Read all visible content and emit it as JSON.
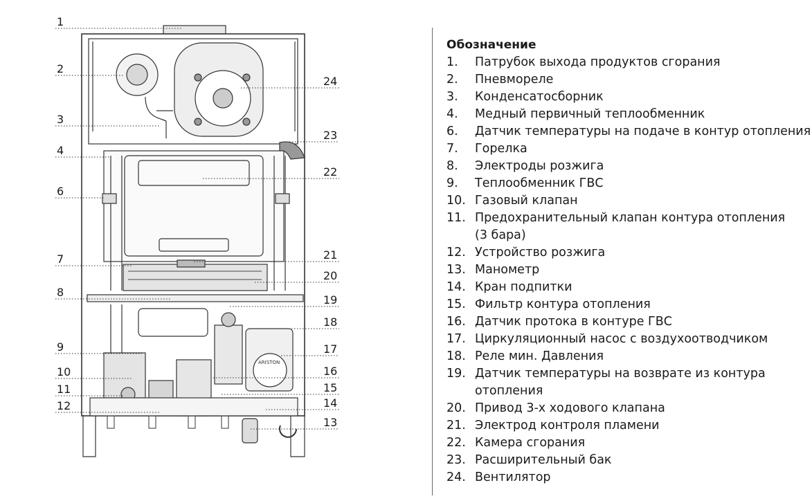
{
  "callouts": [
    "1",
    "2",
    "3",
    "4",
    "6",
    "7",
    "8",
    "9",
    "10",
    "11",
    "12",
    "24",
    "23",
    "22",
    "21",
    "20",
    "19",
    "18",
    "17",
    "16",
    "15",
    "14",
    "13"
  ],
  "brand_label": "ARISTON",
  "legend": {
    "title": "Обозначение",
    "items": [
      {
        "num": "1.",
        "text": "Патрубок выхода продуктов сгорания",
        "cont": ""
      },
      {
        "num": "2.",
        "text": "Пневмореле",
        "cont": ""
      },
      {
        "num": "3.",
        "text": "Конденсатосборник",
        "cont": ""
      },
      {
        "num": "4.",
        "text": "Медный первичный теплообменник",
        "cont": ""
      },
      {
        "num": "6.",
        "text": "Датчик температуры на подаче в контур отопления",
        "cont": ""
      },
      {
        "num": "7.",
        "text": "Горелка",
        "cont": ""
      },
      {
        "num": "8.",
        "text": "Электроды розжига",
        "cont": ""
      },
      {
        "num": "9.",
        "text": "Теплообменник ГВС",
        "cont": ""
      },
      {
        "num": "10.",
        "text": "Газовый клапан",
        "cont": ""
      },
      {
        "num": "11.",
        "text": "Предохранительный клапан контура отопления",
        "cont": "(3 бара)"
      },
      {
        "num": "12.",
        "text": "Устройство розжига",
        "cont": ""
      },
      {
        "num": "13.",
        "text": "Манометр",
        "cont": ""
      },
      {
        "num": "14.",
        "text": "Кран подпитки",
        "cont": ""
      },
      {
        "num": "15.",
        "text": "Фильтр контура отопления",
        "cont": ""
      },
      {
        "num": "16.",
        "text": "Датчик протока в контуре  ГВС",
        "cont": ""
      },
      {
        "num": "17.",
        "text": "Циркуляционный насос с воздухоотводчиком",
        "cont": ""
      },
      {
        "num": "18.",
        "text": "Реле мин. Давления",
        "cont": ""
      },
      {
        "num": "19.",
        "text": "Датчик температуры на возврате из контура",
        "cont": "отопления"
      },
      {
        "num": "20.",
        "text": "Привод 3-х ходового  клапана",
        "cont": ""
      },
      {
        "num": "21.",
        "text": "Электрод контроля пламени",
        "cont": ""
      },
      {
        "num": "22.",
        "text": "Камера сгорания",
        "cont": ""
      },
      {
        "num": "23.",
        "text": "Расширительный бак",
        "cont": ""
      },
      {
        "num": "24.",
        "text": "Вентилятор",
        "cont": ""
      }
    ]
  }
}
